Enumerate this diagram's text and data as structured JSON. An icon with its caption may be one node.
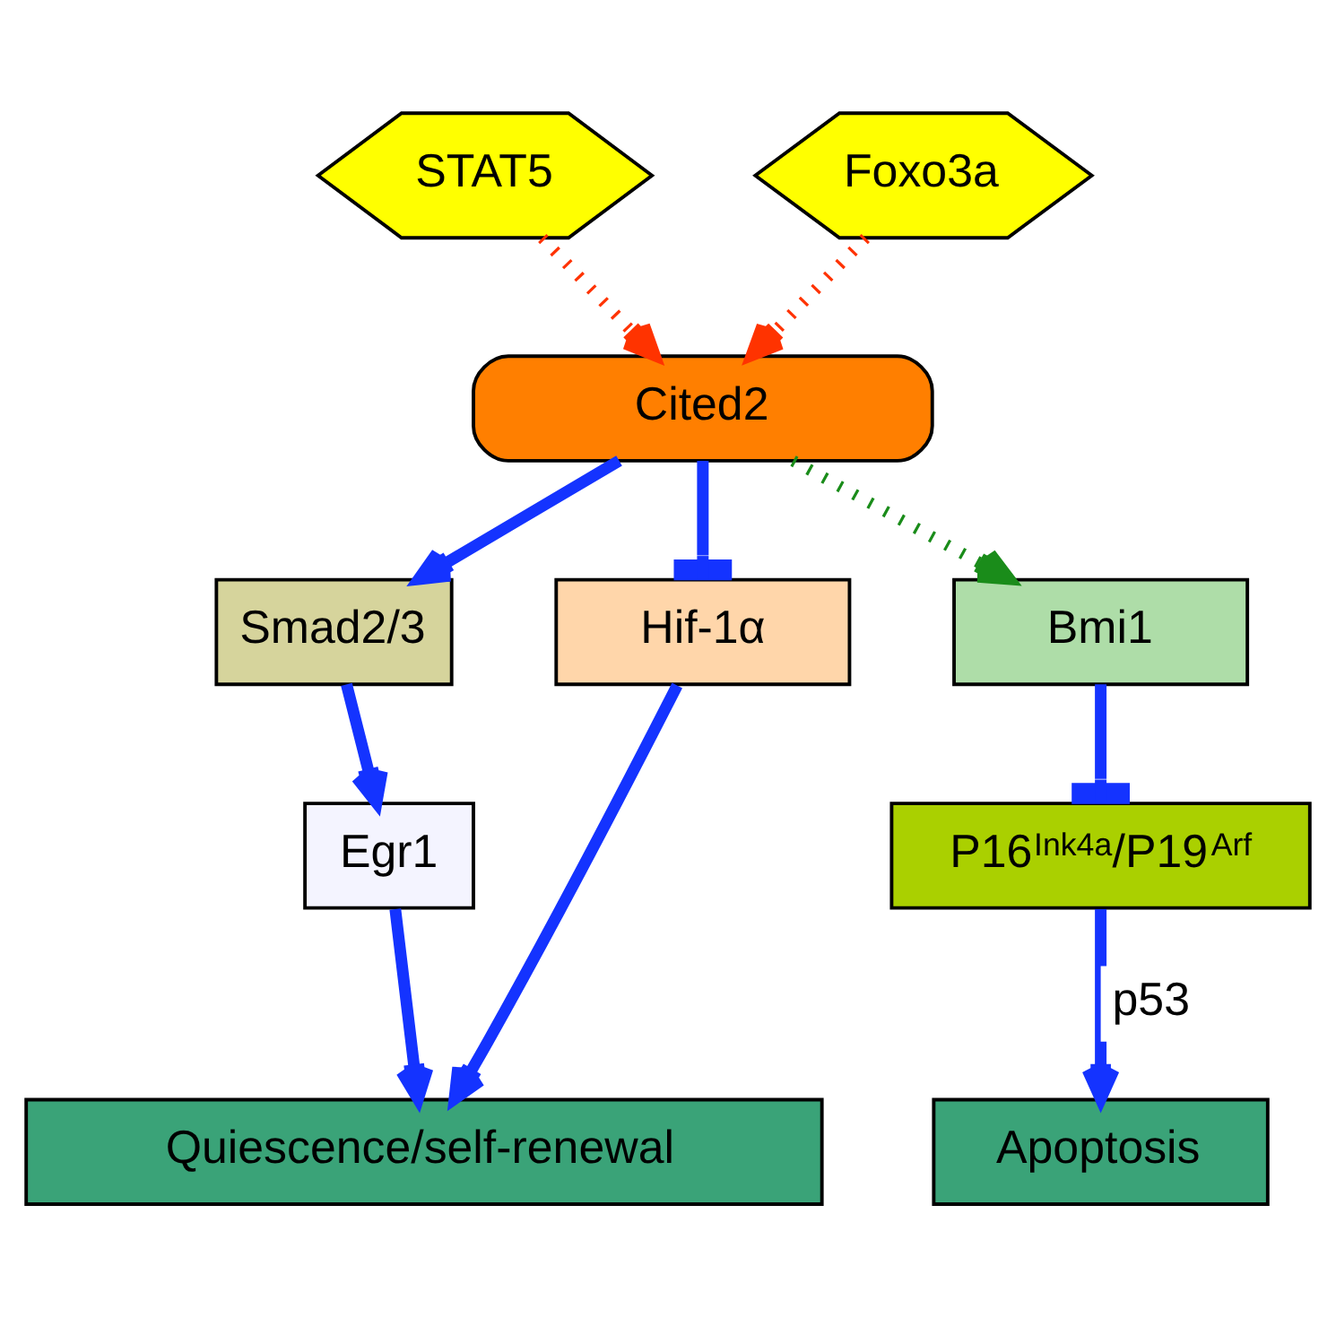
{
  "diagram": {
    "nodes": [
      {
        "text": [
          "STAT5"
        ]
      },
      {
        "text": [
          "Foxo3a"
        ]
      },
      {
        "text": [
          "Cited2"
        ]
      },
      {
        "text": [
          "Smad2/3"
        ]
      },
      {
        "text": [
          "Hif-1α"
        ]
      },
      {
        "text": [
          "Bmi1"
        ]
      },
      {
        "text": [
          "Egr1"
        ]
      },
      {
        "text": [
          "P16$^{Ink4a}$/P19$^{Arf}$"
        ]
      },
      {
        "text": [
          "Quiescence/self-renewal"
        ]
      },
      {
        "text": [
          "Apoptosis"
        ]
      }
    ],
    "edges": [
      {
        "from": 0,
        "to": 2,
        "arrow": "to",
        "style": "dashed",
        "color": "#ff3300"
      },
      {
        "from": 1,
        "to": 2,
        "arrow": "to",
        "style": "dashed",
        "color": "#ff3300"
      },
      {
        "from": 2,
        "to": 3,
        "arrow": "to"
      },
      {
        "from": 2,
        "to": 4,
        "arrow": "other"
      },
      {
        "from": 2,
        "to": 5,
        "arrow": "to",
        "style": "dashed",
        "color": "#1a8c1a"
      },
      {
        "from": 3,
        "to": 6,
        "arrow": "to"
      },
      {
        "from": 6,
        "to": 8,
        "arrow": "to"
      },
      {
        "from": 4,
        "to": 8,
        "arrow": "to"
      },
      {
        "from": 5,
        "to": 7,
        "arrow": "other"
      },
      {
        "from": 7,
        "to": 9,
        "arrow": "to",
        "label": "p53"
      }
    ]
  }
}
